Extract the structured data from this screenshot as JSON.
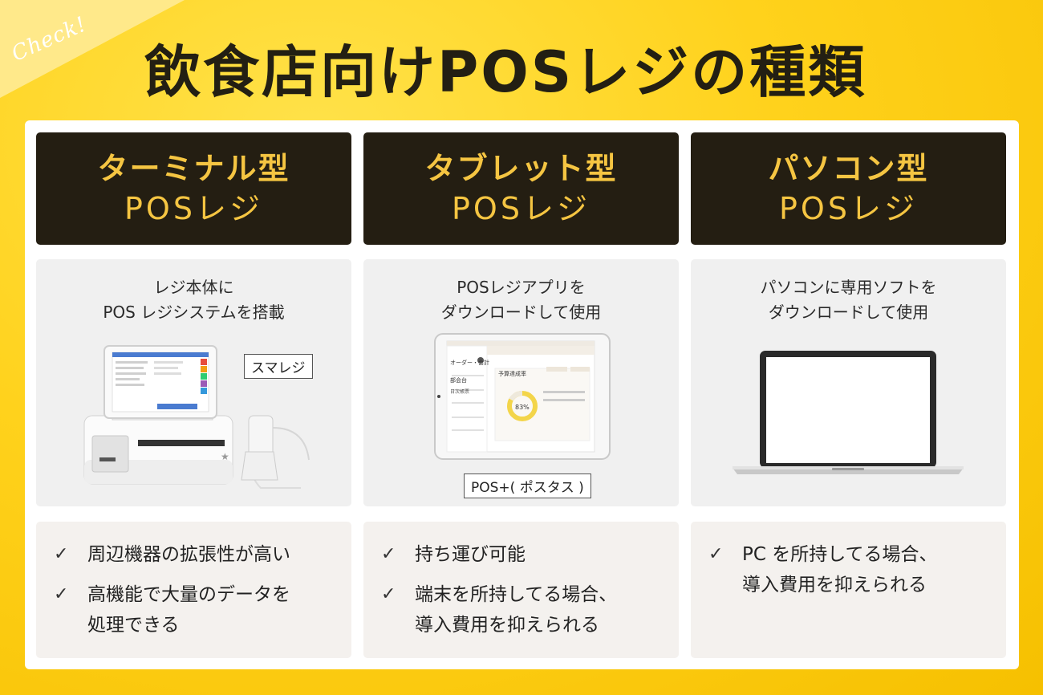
{
  "header": {
    "badge": "Check!",
    "title": "飲食店向けPOSレジの種類"
  },
  "columns": [
    {
      "title_line1": "ターミナル型",
      "title_line2": "POSレジ",
      "desc_line1": "レジ本体に",
      "desc_line2": "POS レジシステムを搭載",
      "product_tag": "スマレジ",
      "features": [
        {
          "line1": "周辺機器の拡張性が高い",
          "line2": ""
        },
        {
          "line1": "高機能で大量のデータを",
          "line2": "処理できる"
        }
      ]
    },
    {
      "title_line1": "タブレット型",
      "title_line2": "POSレジ",
      "desc_line1": "POSレジアプリを",
      "desc_line2": "ダウンロードして使用",
      "product_tag": "POS+( ポスタス )",
      "screen": {
        "menu1": "オーダー・会計",
        "menu2": "部会台",
        "menu3": "日次帳票",
        "card_title": "予算達成率",
        "percent": "83%"
      },
      "features": [
        {
          "line1": "持ち運び可能",
          "line2": ""
        },
        {
          "line1": "端末を所持してる場合、",
          "line2": "導入費用を抑えられる"
        }
      ]
    },
    {
      "title_line1": "パソコン型",
      "title_line2": "POSレジ",
      "desc_line1": "パソコンに専用ソフトを",
      "desc_line2": "ダウンロードして使用",
      "product_tag": "",
      "features": [
        {
          "line1": "PC を所持してる場合、",
          "line2": "導入費用を抑えられる"
        }
      ]
    }
  ],
  "colors": {
    "background": "#ffd21c",
    "header_bg": "#241e12",
    "header_text": "#f5c542",
    "desc_bg": "#f0f0f0",
    "feature_bg": "#f4f1ee"
  },
  "icons": {
    "check": "check-icon"
  }
}
